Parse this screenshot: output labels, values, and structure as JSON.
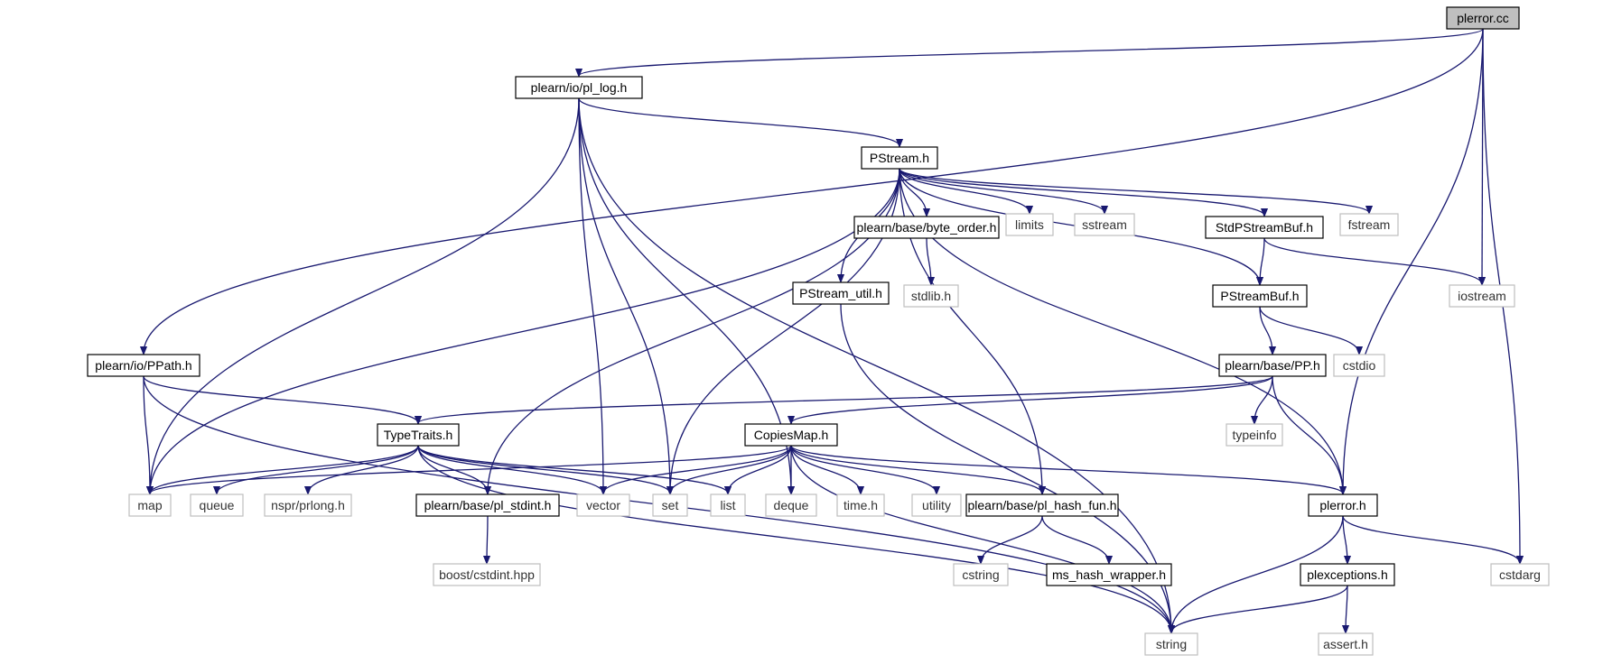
{
  "nodes": [
    {
      "id": "plerror_cc",
      "label": "plerror.cc",
      "kind": "root",
      "interactable": true
    },
    {
      "id": "pl_log_h",
      "label": "plearn/io/pl_log.h",
      "kind": "file",
      "interactable": true
    },
    {
      "id": "pstream_h",
      "label": "PStream.h",
      "kind": "file",
      "interactable": true
    },
    {
      "id": "ppath_h",
      "label": "plearn/io/PPath.h",
      "kind": "file",
      "interactable": true
    },
    {
      "id": "byte_order_h",
      "label": "plearn/base/byte_order.h",
      "kind": "file",
      "interactable": true
    },
    {
      "id": "limits",
      "label": "limits",
      "kind": "ext",
      "interactable": false
    },
    {
      "id": "sstream",
      "label": "sstream",
      "kind": "ext",
      "interactable": false
    },
    {
      "id": "stdpstreambuf_h",
      "label": "StdPStreamBuf.h",
      "kind": "file",
      "interactable": true
    },
    {
      "id": "fstream",
      "label": "fstream",
      "kind": "ext",
      "interactable": false
    },
    {
      "id": "iostream",
      "label": "iostream",
      "kind": "ext",
      "interactable": false
    },
    {
      "id": "stdlib_h",
      "label": "stdlib.h",
      "kind": "ext",
      "interactable": false
    },
    {
      "id": "pstream_util_h",
      "label": "PStream_util.h",
      "kind": "file",
      "interactable": true
    },
    {
      "id": "pstreambuf_h",
      "label": "PStreamBuf.h",
      "kind": "file",
      "interactable": true
    },
    {
      "id": "cstdio",
      "label": "cstdio",
      "kind": "ext",
      "interactable": false
    },
    {
      "id": "pp_h",
      "label": "plearn/base/PP.h",
      "kind": "file",
      "interactable": true
    },
    {
      "id": "typetraits_h",
      "label": "TypeTraits.h",
      "kind": "file",
      "interactable": true
    },
    {
      "id": "copiesmap_h",
      "label": "CopiesMap.h",
      "kind": "file",
      "interactable": true
    },
    {
      "id": "typeinfo",
      "label": "typeinfo",
      "kind": "ext",
      "interactable": false
    },
    {
      "id": "map",
      "label": "map",
      "kind": "ext",
      "interactable": false
    },
    {
      "id": "queue",
      "label": "queue",
      "kind": "ext",
      "interactable": false
    },
    {
      "id": "nspr_prlong_h",
      "label": "nspr/prlong.h",
      "kind": "ext",
      "interactable": false
    },
    {
      "id": "pl_stdint_h",
      "label": "plearn/base/pl_stdint.h",
      "kind": "file",
      "interactable": true
    },
    {
      "id": "vector",
      "label": "vector",
      "kind": "ext",
      "interactable": false
    },
    {
      "id": "set",
      "label": "set",
      "kind": "ext",
      "interactable": false
    },
    {
      "id": "list",
      "label": "list",
      "kind": "ext",
      "interactable": false
    },
    {
      "id": "deque",
      "label": "deque",
      "kind": "ext",
      "interactable": false
    },
    {
      "id": "time_h",
      "label": "time.h",
      "kind": "ext",
      "interactable": false
    },
    {
      "id": "utility",
      "label": "utility",
      "kind": "ext",
      "interactable": false
    },
    {
      "id": "pl_hash_fun_h",
      "label": "plearn/base/pl_hash_fun.h",
      "kind": "file",
      "interactable": true
    },
    {
      "id": "plerror_h",
      "label": "plerror.h",
      "kind": "file",
      "interactable": true
    },
    {
      "id": "cstdarg",
      "label": "cstdarg",
      "kind": "ext",
      "interactable": false
    },
    {
      "id": "boost_cstdint_hpp",
      "label": "boost/cstdint.hpp",
      "kind": "ext",
      "interactable": false
    },
    {
      "id": "cstring",
      "label": "cstring",
      "kind": "ext",
      "interactable": false
    },
    {
      "id": "ms_hash_wrapper_h",
      "label": "ms_hash_wrapper.h",
      "kind": "file",
      "interactable": true
    },
    {
      "id": "plexceptions_h",
      "label": "plexceptions.h",
      "kind": "file",
      "interactable": true
    },
    {
      "id": "string",
      "label": "string",
      "kind": "ext",
      "interactable": false
    },
    {
      "id": "assert_h",
      "label": "assert.h",
      "kind": "ext",
      "interactable": false
    }
  ],
  "edges": [
    [
      "plerror_cc",
      "pl_log_h"
    ],
    [
      "plerror_cc",
      "ppath_h"
    ],
    [
      "plerror_cc",
      "iostream"
    ],
    [
      "plerror_cc",
      "plerror_h"
    ],
    [
      "plerror_cc",
      "cstdarg"
    ],
    [
      "pl_log_h",
      "pstream_h"
    ],
    [
      "pl_log_h",
      "map"
    ],
    [
      "pl_log_h",
      "vector"
    ],
    [
      "pl_log_h",
      "set"
    ],
    [
      "pl_log_h",
      "deque"
    ],
    [
      "pl_log_h",
      "string"
    ],
    [
      "pstream_h",
      "map"
    ],
    [
      "pstream_h",
      "pl_stdint_h"
    ],
    [
      "pstream_h",
      "pstream_util_h"
    ],
    [
      "pstream_h",
      "byte_order_h"
    ],
    [
      "pstream_h",
      "limits"
    ],
    [
      "pstream_h",
      "sstream"
    ],
    [
      "pstream_h",
      "stdpstreambuf_h"
    ],
    [
      "pstream_h",
      "fstream"
    ],
    [
      "pstream_h",
      "pstreambuf_h"
    ],
    [
      "pstream_h",
      "plerror_h"
    ],
    [
      "pstream_h",
      "set"
    ],
    [
      "pstream_h",
      "pl_hash_fun_h"
    ],
    [
      "byte_order_h",
      "stdlib_h"
    ],
    [
      "stdpstreambuf_h",
      "pstreambuf_h"
    ],
    [
      "stdpstreambuf_h",
      "iostream"
    ],
    [
      "pstreambuf_h",
      "pp_h"
    ],
    [
      "pstreambuf_h",
      "cstdio"
    ],
    [
      "pstream_util_h",
      "string"
    ],
    [
      "pp_h",
      "typetraits_h"
    ],
    [
      "pp_h",
      "copiesmap_h"
    ],
    [
      "pp_h",
      "typeinfo"
    ],
    [
      "pp_h",
      "plerror_h"
    ],
    [
      "ppath_h",
      "typetraits_h"
    ],
    [
      "ppath_h",
      "map"
    ],
    [
      "ppath_h",
      "string"
    ],
    [
      "typetraits_h",
      "map"
    ],
    [
      "typetraits_h",
      "queue"
    ],
    [
      "typetraits_h",
      "nspr_prlong_h"
    ],
    [
      "typetraits_h",
      "pl_stdint_h"
    ],
    [
      "typetraits_h",
      "vector"
    ],
    [
      "typetraits_h",
      "set"
    ],
    [
      "typetraits_h",
      "list"
    ],
    [
      "typetraits_h",
      "string"
    ],
    [
      "copiesmap_h",
      "map"
    ],
    [
      "copiesmap_h",
      "vector"
    ],
    [
      "copiesmap_h",
      "set"
    ],
    [
      "copiesmap_h",
      "list"
    ],
    [
      "copiesmap_h",
      "deque"
    ],
    [
      "copiesmap_h",
      "time_h"
    ],
    [
      "copiesmap_h",
      "utility"
    ],
    [
      "copiesmap_h",
      "pl_hash_fun_h"
    ],
    [
      "copiesmap_h",
      "plerror_h"
    ],
    [
      "copiesmap_h",
      "string"
    ],
    [
      "pl_stdint_h",
      "boost_cstdint_hpp"
    ],
    [
      "pl_hash_fun_h",
      "cstring"
    ],
    [
      "pl_hash_fun_h",
      "ms_hash_wrapper_h"
    ],
    [
      "plerror_h",
      "plexceptions_h"
    ],
    [
      "plerror_h",
      "cstdarg"
    ],
    [
      "plerror_h",
      "string"
    ],
    [
      "plexceptions_h",
      "string"
    ],
    [
      "plexceptions_h",
      "assert_h"
    ]
  ],
  "colors": {
    "edge": "#191970",
    "file_border": "#000000",
    "ext_border": "#bfbfbf",
    "root_fill": "#bfbfbf"
  }
}
